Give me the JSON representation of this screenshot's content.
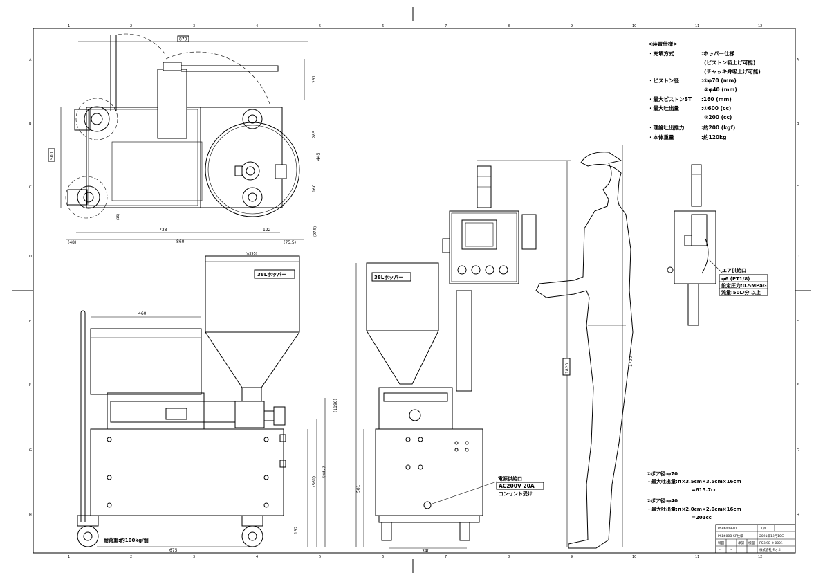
{
  "border": {
    "top_numbers": [
      "1",
      "2",
      "3",
      "4",
      "5",
      "6",
      "7",
      "8",
      "9",
      "10",
      "11",
      "12"
    ],
    "side_letters": [
      "A",
      "B",
      "C",
      "D",
      "E",
      "F",
      "G",
      "H"
    ]
  },
  "spec": {
    "title": "<装置仕様>",
    "rows": [
      {
        "label": "・充填方式",
        "value": ":ホッパー仕様"
      },
      {
        "label": "",
        "value": "(ピストン吸上げ可能)"
      },
      {
        "label": "",
        "value": "(チャッキ弁吸上げ可能)"
      },
      {
        "label": "・ピストン径",
        "value": ":①φ70 (mm)"
      },
      {
        "label": "",
        "value": "②φ40 (mm)"
      },
      {
        "label": "・最大ピストンST",
        "value": ":160 (mm)"
      },
      {
        "label": "・最大吐出量",
        "value": ":①600 (cc)"
      },
      {
        "label": "",
        "value": "②200 (cc)"
      },
      {
        "label": "・理論吐出推力",
        "value": ":約200 (kgf)"
      },
      {
        "label": "・本体重量",
        "value": ":約120kg"
      }
    ]
  },
  "bore_notes": [
    {
      "title": "①ボア径:φ70",
      "line1": "・最大吐出量:π×3.5cm×3.5cm×16cm",
      "line2": "=615.7cc"
    },
    {
      "title": "②ボア径:φ40",
      "line1": "・最大吐出量:π×2.0cm×2.0cm×16cm",
      "line2": "=201cc"
    }
  ],
  "air": {
    "title": "エア供給口",
    "lines": [
      "φ6 (PT1/8)",
      "設定圧力:0.5MPaG",
      "流量:50L/分 以上"
    ]
  },
  "power": {
    "title": "電源供給口",
    "lines": [
      "AC200V 20A",
      "コンセント受け"
    ]
  },
  "hopper_label": "38Lホッパー",
  "load_note": "耐荷重:約100kg/個",
  "dims": {
    "top": {
      "w870": "870",
      "h231": "231",
      "h285": "285",
      "h445": "445",
      "h160": "160",
      "w500": "500",
      "w738": "738",
      "w122": "122",
      "w860": "860",
      "w48": "(48)",
      "w755": "(75.5)",
      "h975": "(97.5)",
      "h15": "(15)"
    },
    "side": {
      "w460": "460",
      "d395": "(φ395)",
      "h1190": "(1190)",
      "h637": "(637)",
      "h561": "(561)",
      "h132": "132",
      "w675": "675"
    },
    "front": {
      "h1820": "1820",
      "h1700": "1700",
      "h501": "501",
      "w340": "340"
    }
  },
  "titleblock": {
    "cells": [
      "PSB600B-01",
      "PSB600B-SP仕様",
      "1/4",
      "2021年12月10日",
      "PSB-SB-0-0001",
      "株式会社タオミ",
      "--",
      "--",
      "承認",
      "検図",
      "製図"
    ]
  }
}
